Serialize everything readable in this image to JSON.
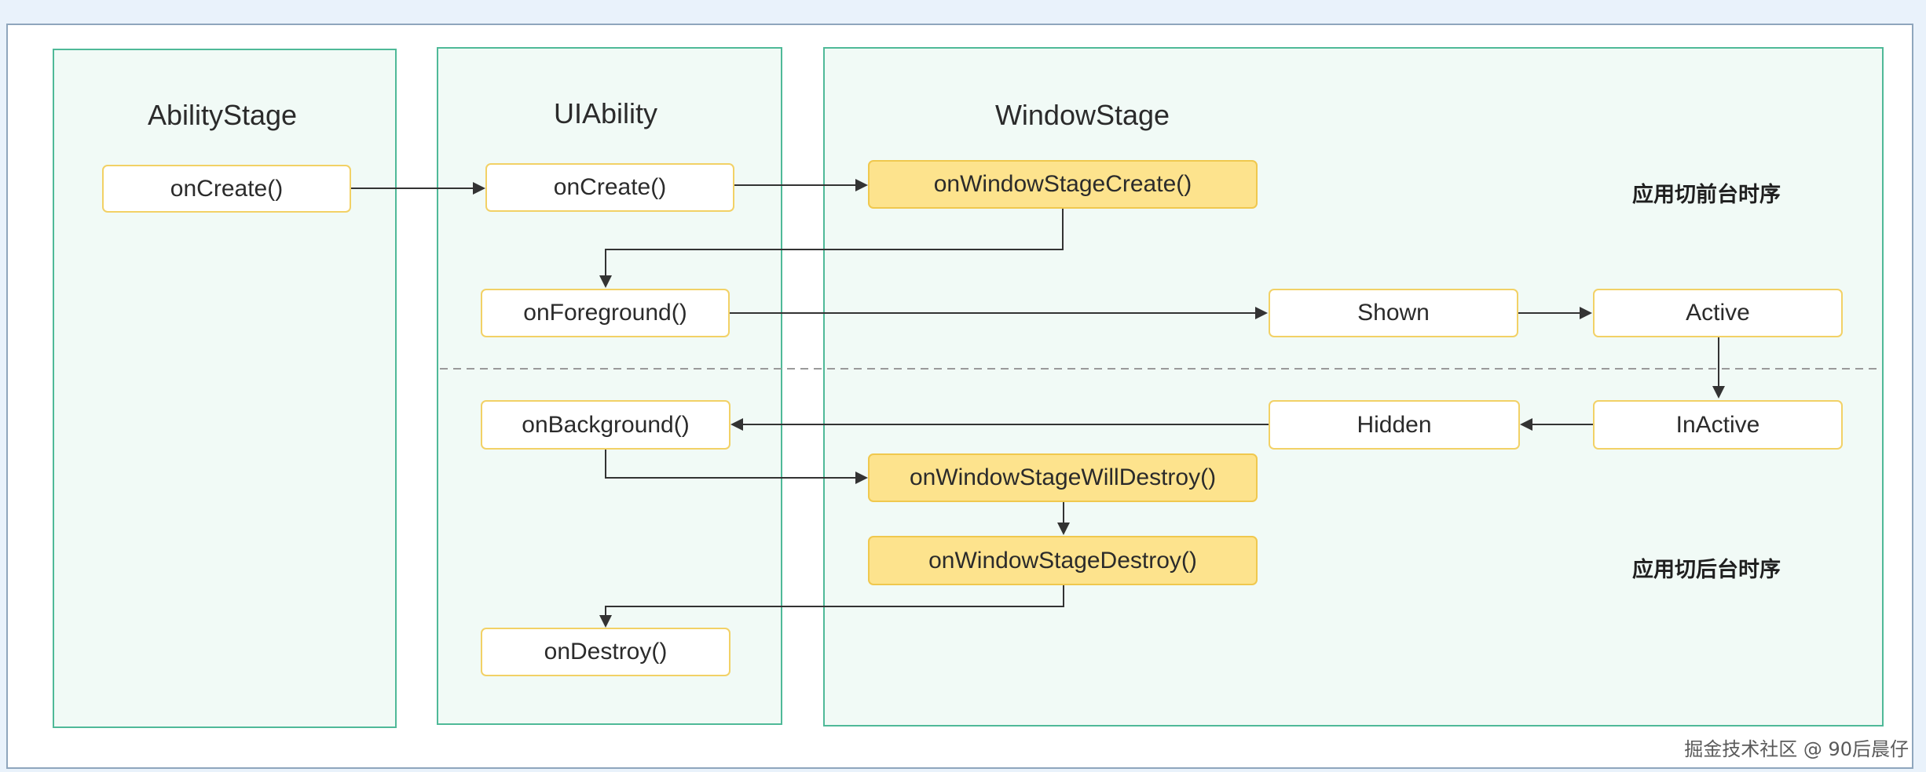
{
  "lanes": {
    "ability_stage": {
      "title": "AbilityStage"
    },
    "uiability": {
      "title": "UIAbility"
    },
    "window_stage": {
      "title": "WindowStage"
    }
  },
  "nodes": {
    "as_on_create": "onCreate()",
    "ui_on_create": "onCreate()",
    "ws_create": "onWindowStageCreate()",
    "on_foreground": "onForeground()",
    "shown": "Shown",
    "active": "Active",
    "on_background": "onBackground()",
    "hidden": "Hidden",
    "inactive": "InActive",
    "ws_will_destroy": "onWindowStageWillDestroy()",
    "ws_destroy": "onWindowStageDestroy()",
    "on_destroy": "onDestroy()"
  },
  "labels": {
    "foreground_sequence": "应用切前台时序",
    "background_sequence": "应用切后台时序"
  },
  "watermark": "掘金技术社区 @ 90后晨仔",
  "colors": {
    "lane_border": "#4fb998",
    "lane_fill": "#f1faf6",
    "node_border": "#f2d166",
    "node_highlight": "#fde38d",
    "arrow": "#333333",
    "divider": "#9a9a9a"
  }
}
